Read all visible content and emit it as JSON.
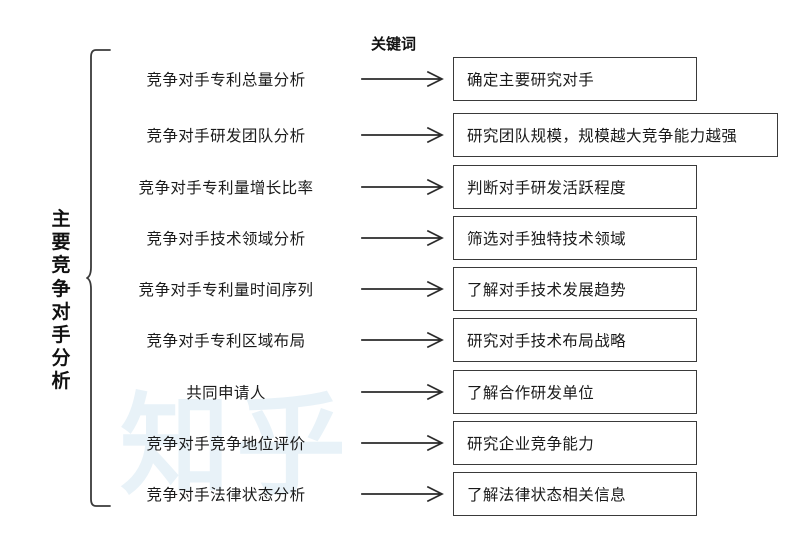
{
  "diagram": {
    "title": "主要竞争对手分析",
    "column_header": "关键词",
    "watermark": "知乎",
    "colors": {
      "text": "#1a1a1a",
      "box_border": "#3a3a3a",
      "brace": "#3a3a3a",
      "background": "#ffffff",
      "watermark": "#e8f2f8"
    },
    "arrow_icon": "arrow-right-icon",
    "brace_icon": "curly-brace-icon",
    "rows": [
      {
        "keyword": "竞争对手专利总量分析",
        "result": "确定主要研究对手",
        "wide": false
      },
      {
        "keyword": "竞争对手研发团队分析",
        "result": "研究团队规模，规模越大竞争能力越强",
        "wide": true
      },
      {
        "keyword": "竞争对手专利量增长比率",
        "result": "判断对手研发活跃程度",
        "wide": false
      },
      {
        "keyword": "竞争对手技术领域分析",
        "result": "筛选对手独特技术领域",
        "wide": false
      },
      {
        "keyword": "竞争对手专利量时间序列",
        "result": "了解对手技术发展趋势",
        "wide": false
      },
      {
        "keyword": "竞争对手专利区域布局",
        "result": "研究对手技术布局战略",
        "wide": false
      },
      {
        "keyword": "共同申请人",
        "result": "了解合作研发单位",
        "wide": false
      },
      {
        "keyword": "竞争对手竞争地位评价",
        "result": "研究企业竞争能力",
        "wide": false
      },
      {
        "keyword": "竞争对手法律状态分析",
        "result": "了解法律状态相关信息",
        "wide": false
      }
    ]
  }
}
